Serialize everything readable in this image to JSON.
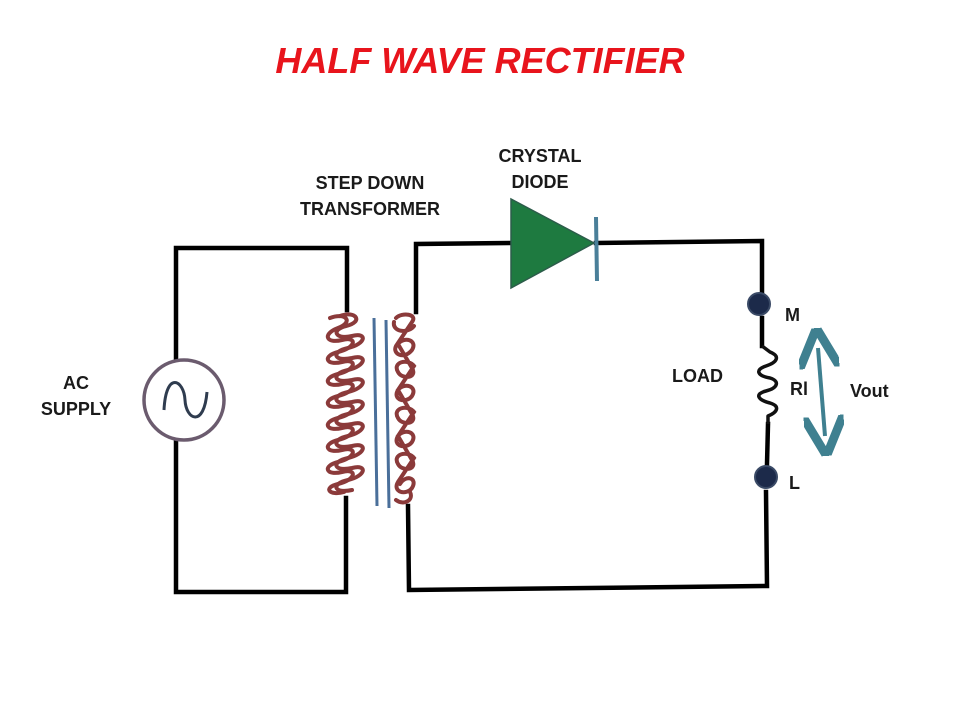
{
  "title": {
    "text": "HALF WAVE RECTIFIER",
    "color": "#e8141c"
  },
  "labels": {
    "ac_supply_line1": "AC",
    "ac_supply_line2": "SUPPLY",
    "transformer_line1": "STEP DOWN",
    "transformer_line2": "TRANSFORMER",
    "diode_line1": "CRYSTAL",
    "diode_line2": "DIODE",
    "load": "LOAD",
    "terminal_m": "M",
    "terminal_l": "L",
    "resistor": "Rl",
    "vout": "Vout"
  },
  "components": {
    "ac_source": {
      "icon": "sine-wave-icon",
      "stroke_color": "#6b5b6e",
      "wave_color": "#2f3c4f"
    },
    "transformer": {
      "primary_coil_color": "#8b3a3a",
      "secondary_coil_color": "#8b3a3a",
      "core_color": "#4a6f9a"
    },
    "diode": {
      "fill_color": "#1e7a40",
      "bar_color": "#4a7f99"
    },
    "terminals": {
      "color": "#1c2a4a"
    },
    "resistor": {
      "color": "#111111"
    },
    "vout_arrow": {
      "color": "#3f8090"
    },
    "wire_color": "#000000"
  }
}
